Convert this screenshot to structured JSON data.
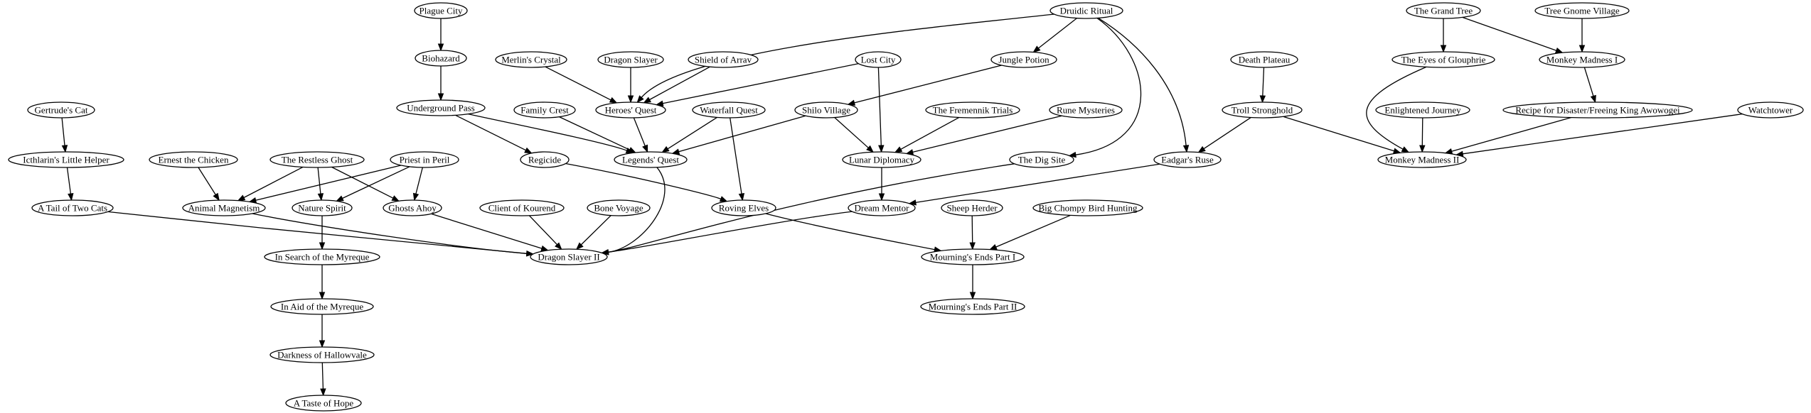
{
  "diagram": {
    "title": "",
    "nodes": [
      {
        "id": "plague_city",
        "label": "Plague City"
      },
      {
        "id": "biohazard",
        "label": "Biohazard"
      },
      {
        "id": "underground_pass",
        "label": "Underground Pass"
      },
      {
        "id": "merlins_crystal",
        "label": "Merlin's Crystal"
      },
      {
        "id": "dragon_slayer",
        "label": "Dragon Slayer"
      },
      {
        "id": "shield_of_arrav",
        "label": "Shield of Arrav"
      },
      {
        "id": "lost_city",
        "label": "Lost City"
      },
      {
        "id": "druidic_ritual",
        "label": "Druidic Ritual"
      },
      {
        "id": "jungle_potion",
        "label": "Jungle Potion"
      },
      {
        "id": "the_grand_tree",
        "label": "The Grand Tree"
      },
      {
        "id": "tree_gnome_village",
        "label": "Tree Gnome Village"
      },
      {
        "id": "death_plateau",
        "label": "Death Plateau"
      },
      {
        "id": "the_eyes_of_glouphrie",
        "label": "The Eyes of Glouphrie"
      },
      {
        "id": "monkey_madness_i",
        "label": "Monkey Madness I"
      },
      {
        "id": "gertrudes_cat",
        "label": "Gertrude's Cat"
      },
      {
        "id": "family_crest",
        "label": "Family Crest"
      },
      {
        "id": "heroes_quest",
        "label": "Heroes' Quest"
      },
      {
        "id": "waterfall_quest",
        "label": "Waterfall Quest"
      },
      {
        "id": "shilo_village",
        "label": "Shilo Village"
      },
      {
        "id": "the_fremennik_trials",
        "label": "The Fremennik Trials"
      },
      {
        "id": "rune_mysteries",
        "label": "Rune Mysteries"
      },
      {
        "id": "troll_stronghold",
        "label": "Troll Stronghold"
      },
      {
        "id": "enlightened_journey",
        "label": "Enlightened Journey"
      },
      {
        "id": "recipe_for_disaster",
        "label": "Recipe for Disaster/Freeing King Awowogei"
      },
      {
        "id": "watchtower",
        "label": "Watchtower"
      },
      {
        "id": "icthlarins_little_helper",
        "label": "Icthlarin's Little Helper"
      },
      {
        "id": "ernest_the_chicken",
        "label": "Ernest the Chicken"
      },
      {
        "id": "the_restless_ghost",
        "label": "The Restless Ghost"
      },
      {
        "id": "priest_in_peril",
        "label": "Priest in Peril"
      },
      {
        "id": "regicide",
        "label": "Regicide"
      },
      {
        "id": "legends_quest",
        "label": "Legends' Quest"
      },
      {
        "id": "lunar_diplomacy",
        "label": "Lunar Diplomacy"
      },
      {
        "id": "the_dig_site",
        "label": "The Dig Site"
      },
      {
        "id": "eadgars_ruse",
        "label": "Eadgar's Ruse"
      },
      {
        "id": "monkey_madness_ii",
        "label": "Monkey Madness II"
      },
      {
        "id": "a_tail_of_two_cats",
        "label": "A Tail of Two Cats"
      },
      {
        "id": "animal_magnetism",
        "label": "Animal Magnetism"
      },
      {
        "id": "nature_spirit",
        "label": "Nature Spirit"
      },
      {
        "id": "ghosts_ahoy",
        "label": "Ghosts Ahoy"
      },
      {
        "id": "client_of_kourend",
        "label": "Client of Kourend"
      },
      {
        "id": "bone_voyage",
        "label": "Bone Voyage"
      },
      {
        "id": "roving_elves",
        "label": "Roving Elves"
      },
      {
        "id": "dream_mentor",
        "label": "Dream Mentor"
      },
      {
        "id": "sheep_herder",
        "label": "Sheep Herder"
      },
      {
        "id": "big_chompy_bird_hunting",
        "label": "Big Chompy Bird Hunting"
      },
      {
        "id": "dragon_slayer_ii",
        "label": "Dragon Slayer II"
      },
      {
        "id": "mournings_ends_part_i",
        "label": "Mourning's Ends Part I"
      },
      {
        "id": "mournings_ends_part_ii",
        "label": "Mourning's Ends Part II"
      },
      {
        "id": "in_search_of_the_myreque",
        "label": "In Search of the Myreque"
      },
      {
        "id": "in_aid_of_the_myreque",
        "label": "In Aid of the Myreque"
      },
      {
        "id": "darkness_of_hallowvale",
        "label": "Darkness of Hallowvale"
      },
      {
        "id": "a_taste_of_hope",
        "label": "A Taste of Hope"
      }
    ],
    "edges": [
      {
        "from": "plague_city",
        "to": "biohazard"
      },
      {
        "from": "biohazard",
        "to": "underground_pass"
      },
      {
        "from": "underground_pass",
        "to": "regicide"
      },
      {
        "from": "underground_pass",
        "to": "legends_quest"
      },
      {
        "from": "merlins_crystal",
        "to": "heroes_quest"
      },
      {
        "from": "dragon_slayer",
        "to": "heroes_quest"
      },
      {
        "from": "shield_of_arrav",
        "to": "heroes_quest"
      },
      {
        "from": "lost_city",
        "to": "heroes_quest"
      },
      {
        "from": "druidic_ritual",
        "to": "heroes_quest"
      },
      {
        "from": "lost_city",
        "to": "lunar_diplomacy"
      },
      {
        "from": "druidic_ritual",
        "to": "jungle_potion"
      },
      {
        "from": "druidic_ritual",
        "to": "the_dig_site"
      },
      {
        "from": "druidic_ritual",
        "to": "eadgars_ruse"
      },
      {
        "from": "jungle_potion",
        "to": "shilo_village"
      },
      {
        "from": "the_grand_tree",
        "to": "the_eyes_of_glouphrie"
      },
      {
        "from": "the_grand_tree",
        "to": "monkey_madness_i"
      },
      {
        "from": "tree_gnome_village",
        "to": "monkey_madness_i"
      },
      {
        "from": "death_plateau",
        "to": "troll_stronghold"
      },
      {
        "from": "the_eyes_of_glouphrie",
        "to": "monkey_madness_ii"
      },
      {
        "from": "monkey_madness_i",
        "to": "recipe_for_disaster"
      },
      {
        "from": "gertrudes_cat",
        "to": "icthlarins_little_helper"
      },
      {
        "from": "family_crest",
        "to": "legends_quest"
      },
      {
        "from": "heroes_quest",
        "to": "legends_quest"
      },
      {
        "from": "waterfall_quest",
        "to": "legends_quest"
      },
      {
        "from": "waterfall_quest",
        "to": "roving_elves"
      },
      {
        "from": "shilo_village",
        "to": "legends_quest"
      },
      {
        "from": "shilo_village",
        "to": "lunar_diplomacy"
      },
      {
        "from": "the_fremennik_trials",
        "to": "lunar_diplomacy"
      },
      {
        "from": "rune_mysteries",
        "to": "lunar_diplomacy"
      },
      {
        "from": "troll_stronghold",
        "to": "eadgars_ruse"
      },
      {
        "from": "troll_stronghold",
        "to": "monkey_madness_ii"
      },
      {
        "from": "enlightened_journey",
        "to": "monkey_madness_ii"
      },
      {
        "from": "recipe_for_disaster",
        "to": "monkey_madness_ii"
      },
      {
        "from": "watchtower",
        "to": "monkey_madness_ii"
      },
      {
        "from": "icthlarins_little_helper",
        "to": "a_tail_of_two_cats"
      },
      {
        "from": "ernest_the_chicken",
        "to": "animal_magnetism"
      },
      {
        "from": "the_restless_ghost",
        "to": "animal_magnetism"
      },
      {
        "from": "the_restless_ghost",
        "to": "nature_spirit"
      },
      {
        "from": "the_restless_ghost",
        "to": "ghosts_ahoy"
      },
      {
        "from": "priest_in_peril",
        "to": "animal_magnetism"
      },
      {
        "from": "priest_in_peril",
        "to": "nature_spirit"
      },
      {
        "from": "priest_in_peril",
        "to": "ghosts_ahoy"
      },
      {
        "from": "regicide",
        "to": "roving_elves"
      },
      {
        "from": "legends_quest",
        "to": "dragon_slayer_ii"
      },
      {
        "from": "lunar_diplomacy",
        "to": "dream_mentor"
      },
      {
        "from": "the_dig_site",
        "to": "dragon_slayer_ii"
      },
      {
        "from": "eadgars_ruse",
        "to": "dream_mentor"
      },
      {
        "from": "a_tail_of_two_cats",
        "to": "dragon_slayer_ii"
      },
      {
        "from": "animal_magnetism",
        "to": "dragon_slayer_ii"
      },
      {
        "from": "nature_spirit",
        "to": "in_search_of_the_myreque"
      },
      {
        "from": "ghosts_ahoy",
        "to": "dragon_slayer_ii"
      },
      {
        "from": "client_of_kourend",
        "to": "dragon_slayer_ii"
      },
      {
        "from": "bone_voyage",
        "to": "dragon_slayer_ii"
      },
      {
        "from": "roving_elves",
        "to": "mournings_ends_part_i"
      },
      {
        "from": "dream_mentor",
        "to": "dragon_slayer_ii"
      },
      {
        "from": "sheep_herder",
        "to": "mournings_ends_part_i"
      },
      {
        "from": "big_chompy_bird_hunting",
        "to": "mournings_ends_part_i"
      },
      {
        "from": "mournings_ends_part_i",
        "to": "mournings_ends_part_ii"
      },
      {
        "from": "in_search_of_the_myreque",
        "to": "in_aid_of_the_myreque"
      },
      {
        "from": "in_aid_of_the_myreque",
        "to": "darkness_of_hallowvale"
      },
      {
        "from": "darkness_of_hallowvale",
        "to": "a_taste_of_hope"
      }
    ]
  }
}
